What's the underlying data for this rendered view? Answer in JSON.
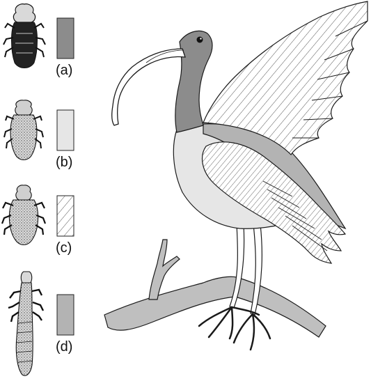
{
  "legend": {
    "items": [
      {
        "label": "(a)",
        "fill": "gray",
        "color": "#8c8c8c"
      },
      {
        "label": "(b)",
        "fill": "light-gray",
        "color": "#e6e6e6"
      },
      {
        "label": "(c)",
        "fill": "diagonal-hatch",
        "color": "#ffffff"
      },
      {
        "label": "(d)",
        "fill": "medium-gray",
        "color": "#b3b3b3"
      }
    ]
  },
  "bird": {
    "regions": [
      {
        "name": "head-and-neck",
        "key": "(a)"
      },
      {
        "name": "breast-and-belly",
        "key": "(b)"
      },
      {
        "name": "wings",
        "key": "(c)"
      },
      {
        "name": "back-and-rump",
        "key": "(d)"
      }
    ]
  },
  "colors": {
    "outline": "#1a1a1a",
    "branch": "#bfbfbf",
    "dark_gray": "#8c8c8c",
    "light_gray": "#e6e6e6",
    "mid_gray": "#b3b3b3"
  }
}
